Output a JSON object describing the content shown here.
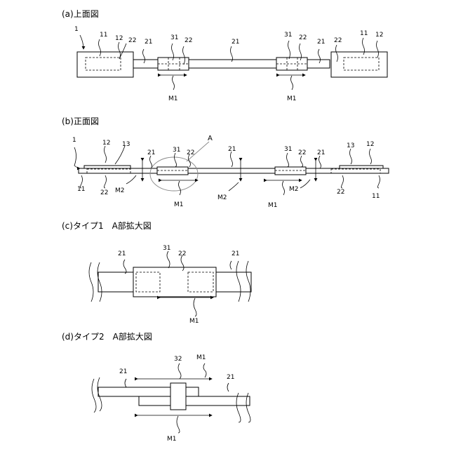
{
  "titles": {
    "a": "(a)上面図",
    "b": "(b)正面図",
    "c": "(c)タイプ1　A部拡大図",
    "d": "(d)タイプ2　A部拡大図"
  },
  "refs": {
    "r1": "1",
    "r11": "11",
    "r12": "12",
    "r13": "13",
    "r21": "21",
    "r22": "22",
    "r31": "31",
    "r32": "32",
    "rA": "A",
    "rM1": "M1",
    "rM2": "M2"
  }
}
